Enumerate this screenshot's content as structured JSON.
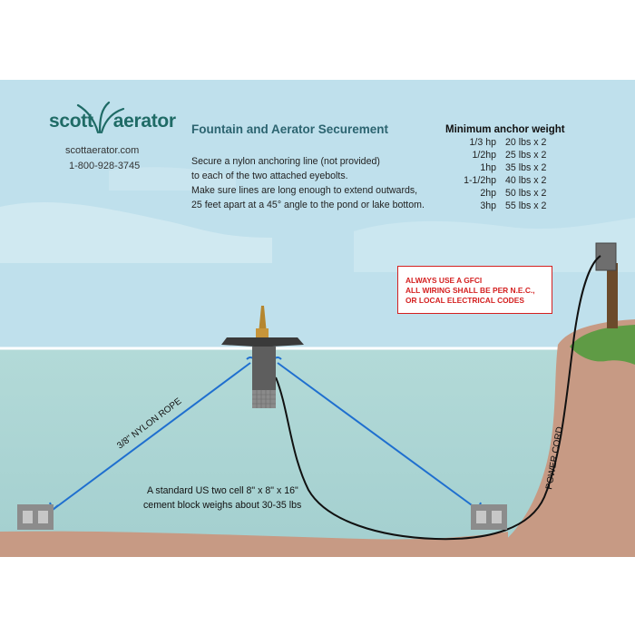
{
  "brand": {
    "name_left": "scott",
    "name_right": "aerator",
    "website": "scottaerator.com",
    "phone": "1-800-928-3745"
  },
  "title": "Fountain and Aerator Securement",
  "instructions": [
    "Secure a nylon anchoring line (not provided)",
    "to each of the two attached eyebolts.",
    "Make sure lines are long enough to extend outwards,",
    "25 feet apart at a 45° angle to the pond or lake bottom."
  ],
  "anchor_table": {
    "title": "Minimum anchor weight",
    "rows": [
      {
        "hp": "1/3 hp",
        "weight": "20 lbs x 2"
      },
      {
        "hp": "1/2hp",
        "weight": "25 lbs x 2"
      },
      {
        "hp": "1hp",
        "weight": "35 lbs x 2"
      },
      {
        "hp": "1-1/2hp",
        "weight": "40 lbs x 2"
      },
      {
        "hp": "2hp",
        "weight": "50 lbs x 2"
      },
      {
        "hp": "3hp",
        "weight": "55 lbs x 2"
      }
    ]
  },
  "warning": {
    "lines": [
      "ALWAYS USE A GFCI",
      "ALL WIRING SHALL BE PER N.E.C.,",
      "OR LOCAL ELECTRICAL CODES"
    ]
  },
  "labels": {
    "rope": "3/8\" NYLON ROPE",
    "power_cord": "POWER CORD",
    "block_note": [
      "A standard US two cell 8\" x 8\" x 16\"",
      "cement block weighs about 30-35 lbs"
    ]
  },
  "colors": {
    "sky": "#bfe0ec",
    "water": "#a9d3d3",
    "ground": "#c79a84",
    "grass": "#5f9b45",
    "rope": "#1f6fcf",
    "cord": "#111111",
    "brand": "#1f6b66",
    "warning": "#d42020"
  }
}
